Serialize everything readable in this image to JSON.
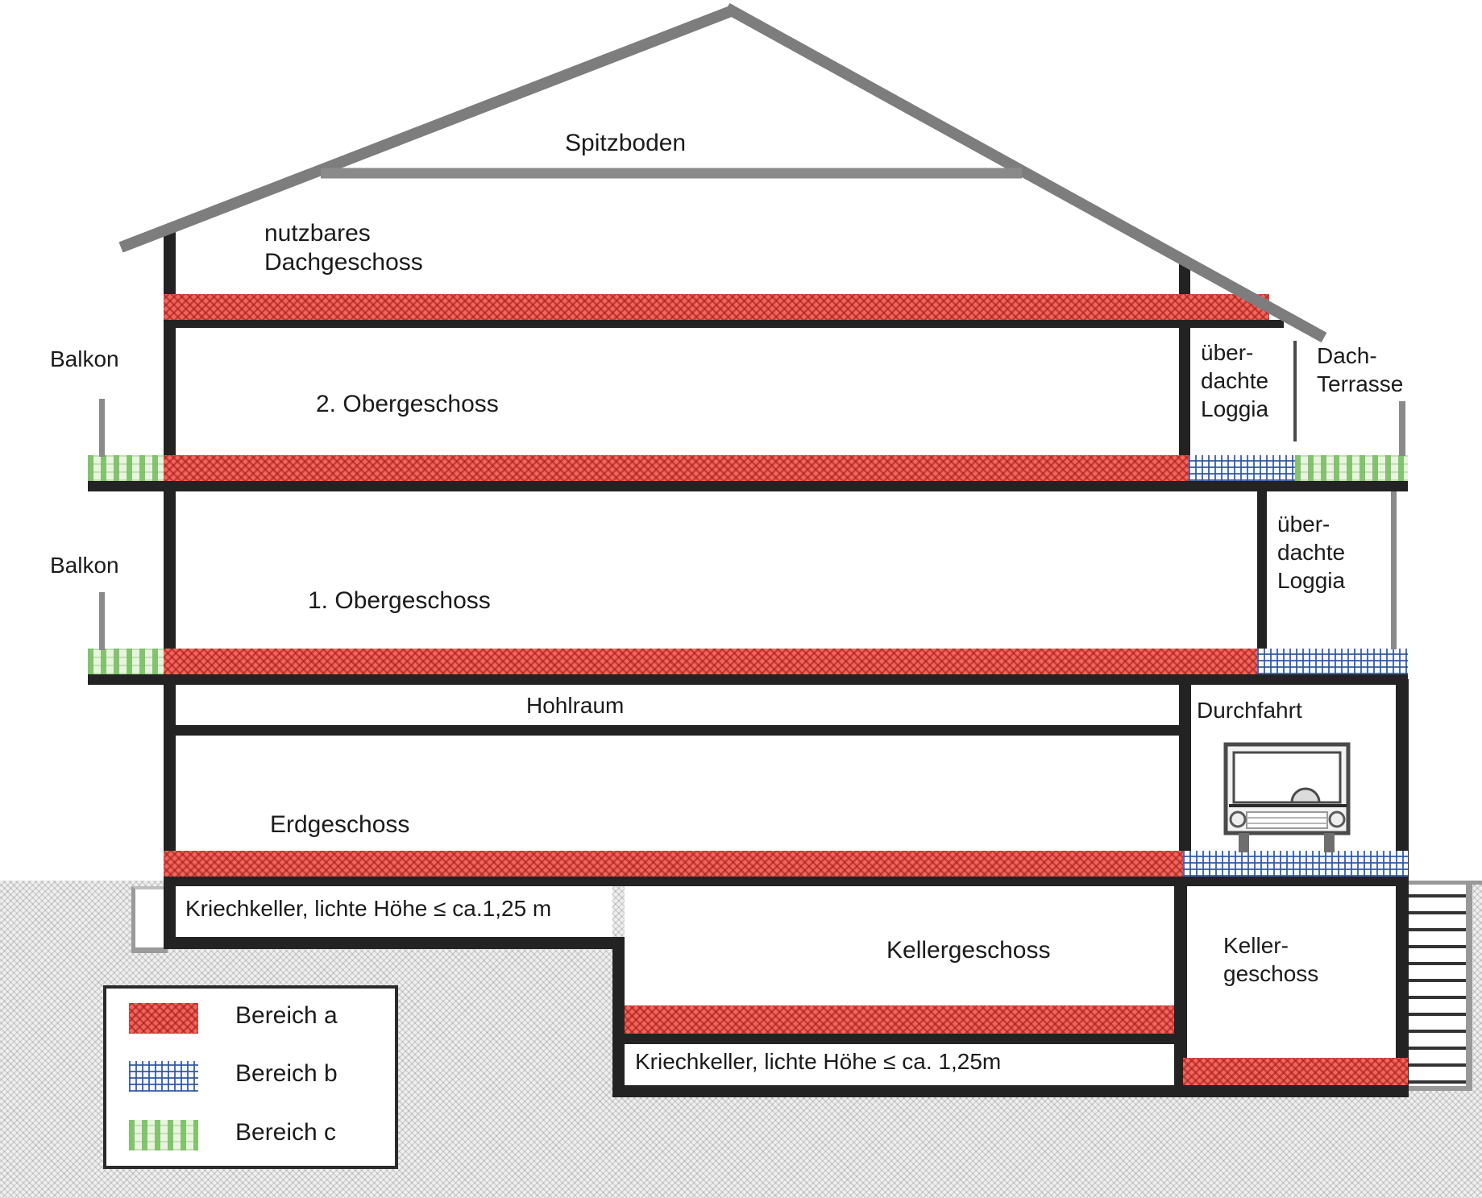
{
  "diagram": {
    "labels": {
      "spitzboden": "Spitzboden",
      "dachgeschoss": {
        "line1": "nutzbares",
        "line2": "Dachgeschoss"
      },
      "og2": "2. Obergeschoss",
      "og1": "1. Obergeschoss",
      "balkon": "Balkon",
      "loggia": {
        "line1": "über-",
        "line2": "dachte",
        "line3": "Loggia"
      },
      "dachterrasse": {
        "line1": "Dach-",
        "line2": "Terrasse"
      },
      "hohlraum": "Hohlraum",
      "erdgeschoss": "Erdgeschoss",
      "durchfahrt": "Durchfahrt",
      "kriechkeller_upper": "Kriechkeller, lichte Höhe ≤ ca.1,25 m",
      "kellergeschoss": "Kellergeschoss",
      "keller_right": {
        "line1": "Keller-",
        "line2": "geschoss"
      },
      "kriechkeller_lower": "Kriechkeller, lichte Höhe ≤ ca. 1,25m"
    },
    "legend": {
      "items": [
        {
          "id": "a",
          "label": "Bereich a",
          "pattern": "red-dot-hatch"
        },
        {
          "id": "b",
          "label": "Bereich b",
          "pattern": "blue-plaid-hatch"
        },
        {
          "id": "c",
          "label": "Bereich c",
          "pattern": "green-stripe-hatch"
        }
      ]
    },
    "colors": {
      "area_a": "#ef675e",
      "area_b": "#2d55a0",
      "area_c": "#78be64",
      "wall": "#232323",
      "roof": "#7d7d7d",
      "ground": "#d9d9d9"
    }
  }
}
